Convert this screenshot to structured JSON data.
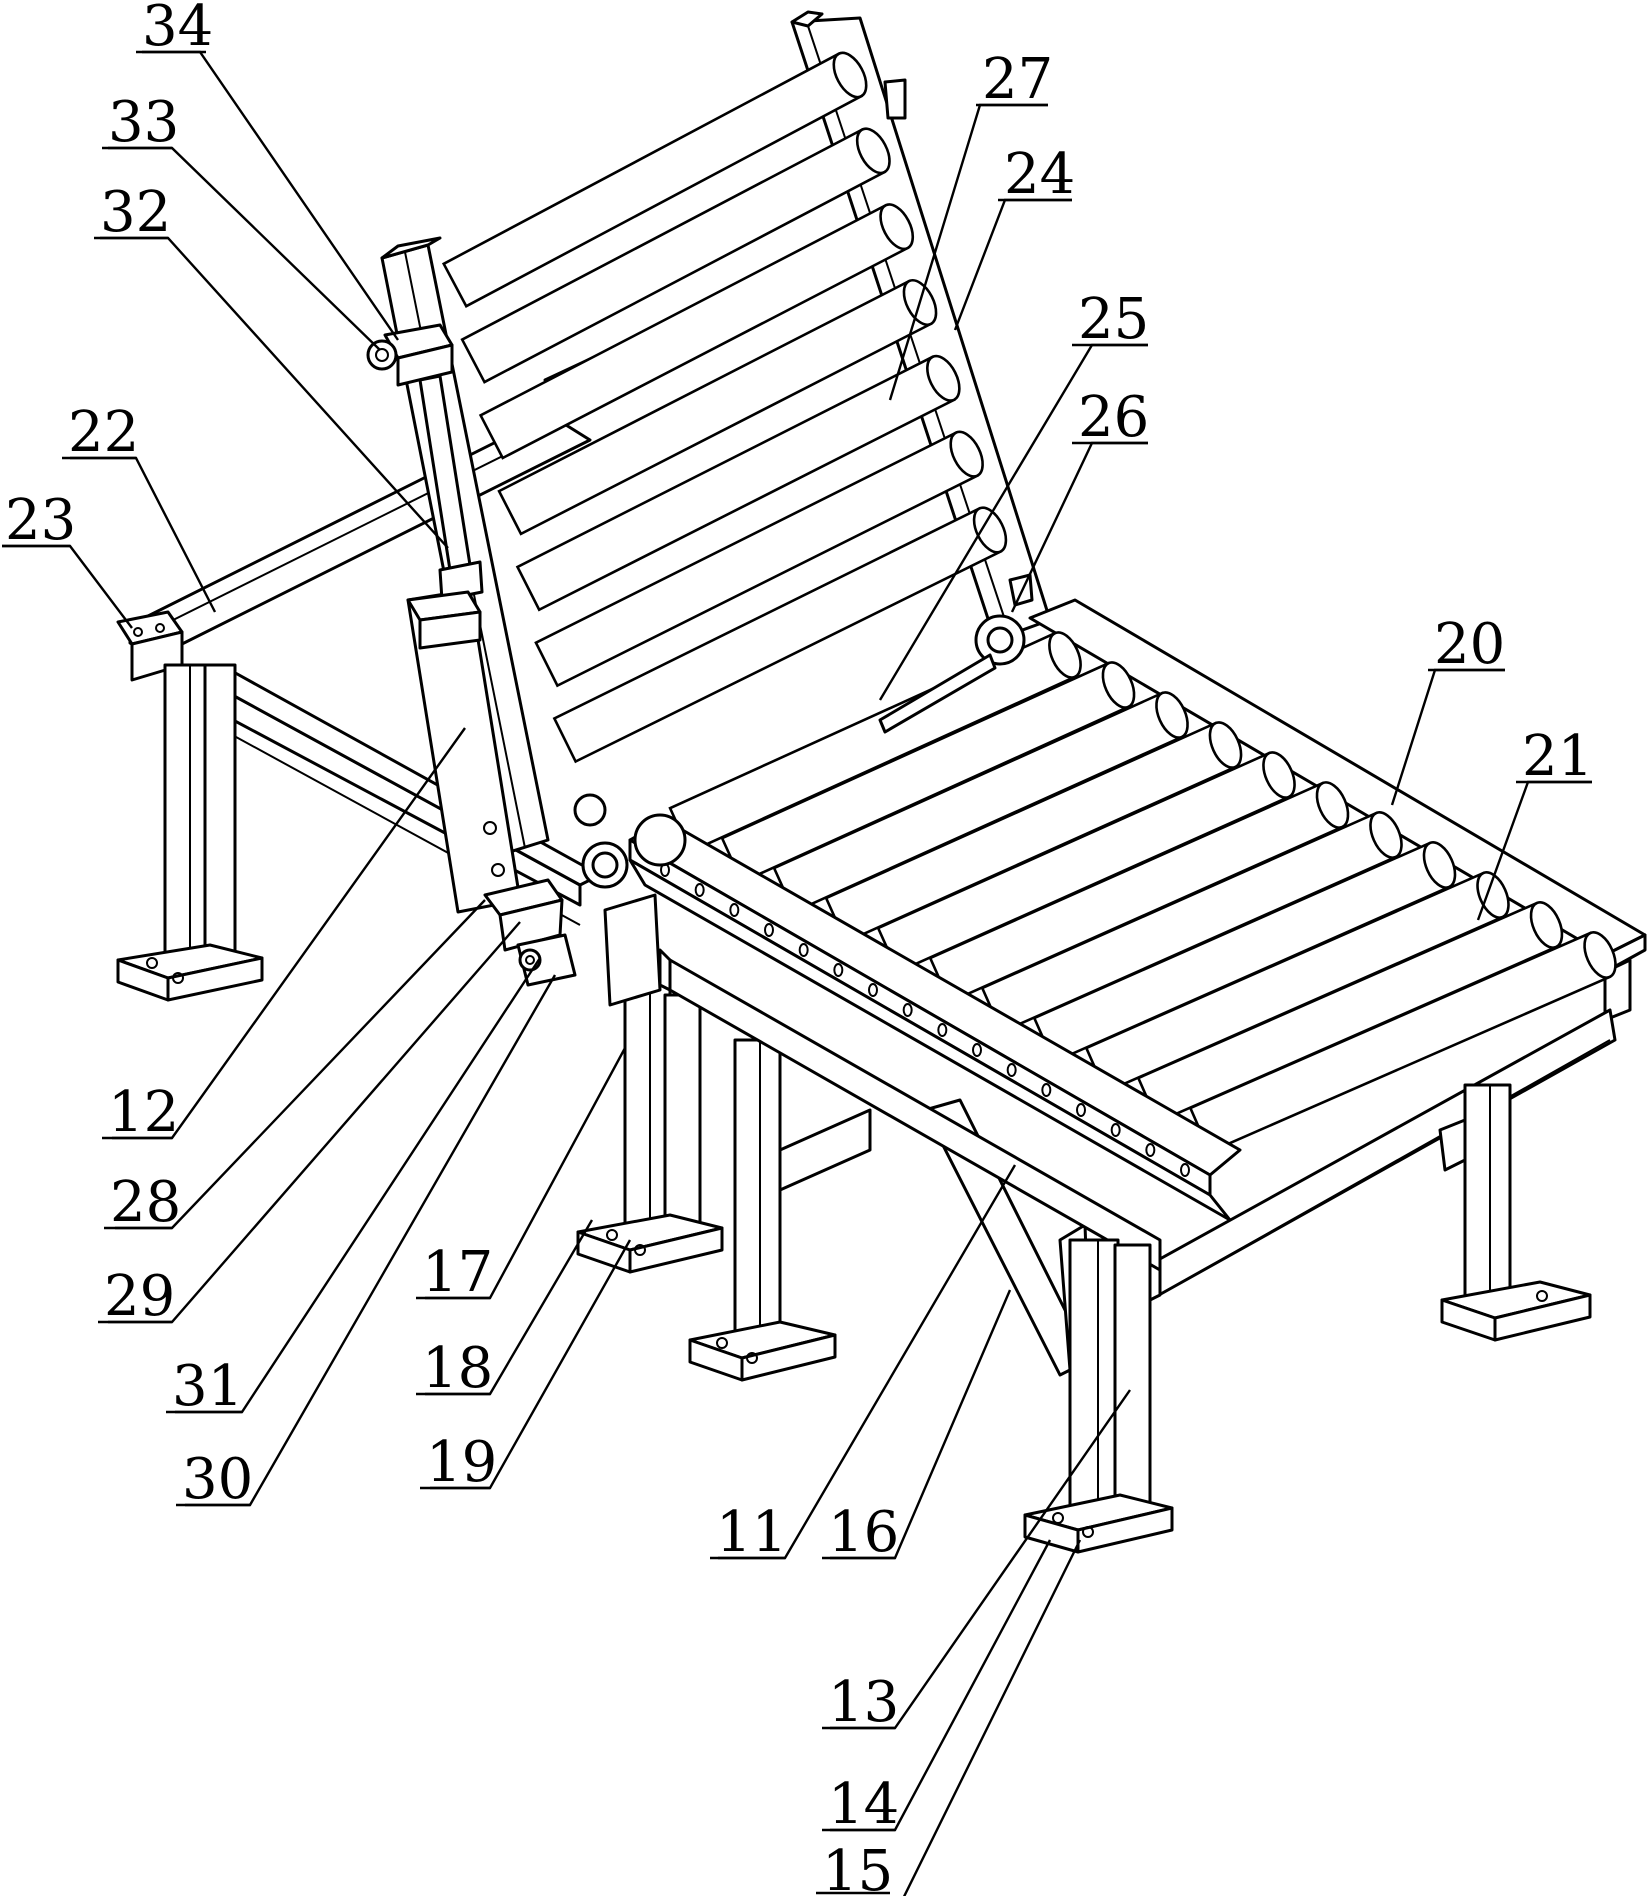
{
  "figure": {
    "labels": [
      {
        "id": "34",
        "text": "34"
      },
      {
        "id": "33",
        "text": "33"
      },
      {
        "id": "32",
        "text": "32"
      },
      {
        "id": "22",
        "text": "22"
      },
      {
        "id": "23",
        "text": "23"
      },
      {
        "id": "27",
        "text": "27"
      },
      {
        "id": "24",
        "text": "24"
      },
      {
        "id": "25",
        "text": "25"
      },
      {
        "id": "26",
        "text": "26"
      },
      {
        "id": "20",
        "text": "20"
      },
      {
        "id": "21",
        "text": "21"
      },
      {
        "id": "12",
        "text": "12"
      },
      {
        "id": "28",
        "text": "28"
      },
      {
        "id": "29",
        "text": "29"
      },
      {
        "id": "31",
        "text": "31"
      },
      {
        "id": "30",
        "text": "30"
      },
      {
        "id": "17",
        "text": "17"
      },
      {
        "id": "18",
        "text": "18"
      },
      {
        "id": "19",
        "text": "19"
      },
      {
        "id": "11",
        "text": "11"
      },
      {
        "id": "16",
        "text": "16"
      },
      {
        "id": "13",
        "text": "13"
      },
      {
        "id": "14",
        "text": "14"
      },
      {
        "id": "15",
        "text": "15"
      }
    ]
  }
}
